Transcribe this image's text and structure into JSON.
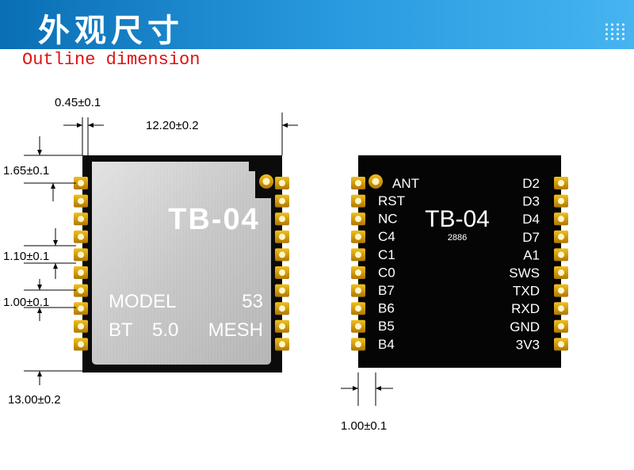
{
  "header": {
    "title": "外观尺寸",
    "subtitle": "Outline dimension"
  },
  "dimensions": {
    "pin_pad_width": "0.45±0.1",
    "module_width": "12.20±0.2",
    "top_to_first_pin": "1.65±0.1",
    "pin_pitch": "1.10±0.1",
    "pad_width": "1.00±0.1",
    "module_height": "13.00±0.2",
    "bottom_pad_width": "1.00±0.1"
  },
  "front_module": {
    "model_name": "TB-04",
    "model_label": "MODEL",
    "model_number": "53",
    "bt_label": "BT",
    "bt_version": "5.0",
    "mesh_label": "MESH"
  },
  "back_module": {
    "model_name": "TB-04",
    "code": "2886",
    "antenna_label": "ANT",
    "left_pins": [
      "RST",
      "NC",
      "C4",
      "C1",
      "C0",
      "B7",
      "B6",
      "B5",
      "B4"
    ],
    "right_pins": [
      "D2",
      "D3",
      "D4",
      "D7",
      "A1",
      "SWS",
      "TXD",
      "RXD",
      "GND",
      "3V3"
    ]
  },
  "colors": {
    "banner": "#1e8fd6",
    "subtitle": "#e01010",
    "pcb": "#0a0a0a",
    "shield": "#cfcfcf",
    "pad_gold": "#d9a300"
  }
}
